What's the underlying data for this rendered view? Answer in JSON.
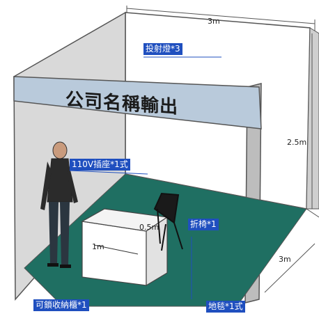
{
  "banner": {
    "text": "公司名稱輸出"
  },
  "labels": {
    "spotlight": "投射燈*3",
    "outlet": "110V插座*1式",
    "chair": "折椅*1",
    "cabinet": "可鎖收納櫃*1",
    "carpet": "地毯*1式"
  },
  "dimensions": {
    "width_top": "3m",
    "height": "2.5m",
    "depth": "3m",
    "counter_length": "1m",
    "counter_depth": "0.5m"
  },
  "colors": {
    "wall": "#d7d7d7",
    "carpet": "#1f6f62",
    "label_bg": "#1f4fbf",
    "fascia": "#b4c6d8"
  }
}
